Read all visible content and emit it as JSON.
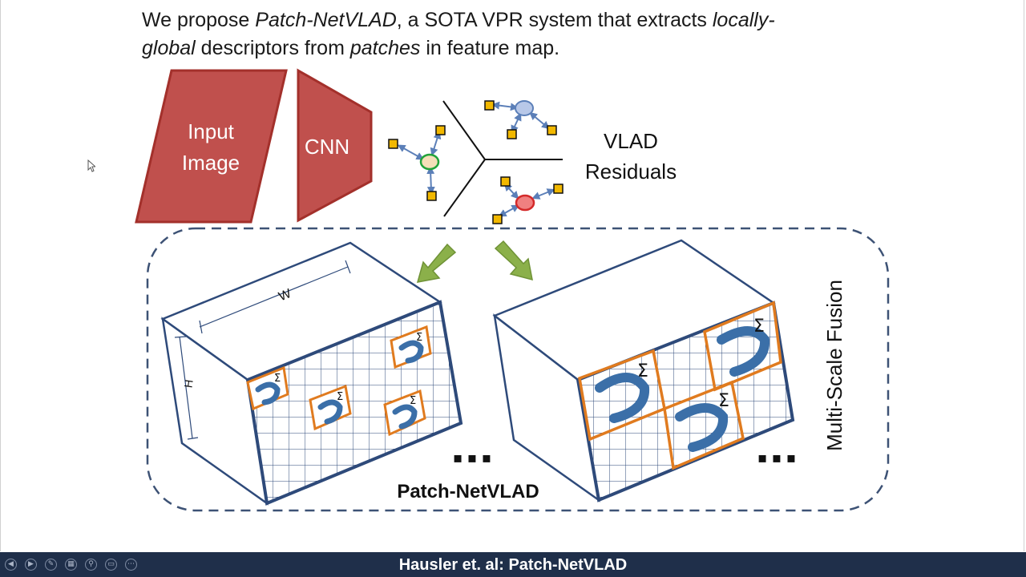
{
  "title": {
    "line1": [
      {
        "text": "We propose ",
        "italic": false
      },
      {
        "text": "Patch-NetVLAD",
        "italic": true
      },
      {
        "text": ", a SOTA VPR system that extracts ",
        "italic": false
      },
      {
        "text": "locally-",
        "italic": true
      }
    ],
    "line2": [
      {
        "text": "global",
        "italic": true
      },
      {
        "text": " descriptors from ",
        "italic": false
      },
      {
        "text": "patches",
        "italic": true
      },
      {
        "text": " in feature map.",
        "italic": false
      }
    ]
  },
  "diagram": {
    "input_image_line1": "Input",
    "input_image_line2": "Image",
    "cnn_label": "CNN",
    "vlad_line1": "VLAD",
    "vlad_line2": "Residuals",
    "width_label": "W",
    "height_label": "H",
    "sum_symbol": "Σ",
    "ellipsis": "▪ ▪ ▪",
    "patch_netvlad_label": "Patch-NetVLAD",
    "multi_scale_label": "Multi-Scale Fusion",
    "colors": {
      "red_shape": "#c0504d",
      "red_border": "#a3302b",
      "orange_patch": "#e07b1f",
      "grid_blue": "#2e4a7a",
      "arrow_green": "#8bb04a",
      "swirl_blue": "#3b6fa8",
      "dash_border": "#3d5275",
      "footer_bg": "#1f2f4a"
    }
  },
  "footer": {
    "title": "Hausler et. al: Patch-NetVLAD",
    "controls": [
      {
        "name": "prev-slide-icon",
        "glyph": "◀"
      },
      {
        "name": "next-slide-icon",
        "glyph": "▶"
      },
      {
        "name": "pen-icon",
        "glyph": "✎"
      },
      {
        "name": "slides-grid-icon",
        "glyph": "▦"
      },
      {
        "name": "zoom-icon",
        "glyph": "⚲"
      },
      {
        "name": "subtitles-icon",
        "glyph": "▭"
      },
      {
        "name": "more-options-icon",
        "glyph": "⋯"
      }
    ]
  }
}
